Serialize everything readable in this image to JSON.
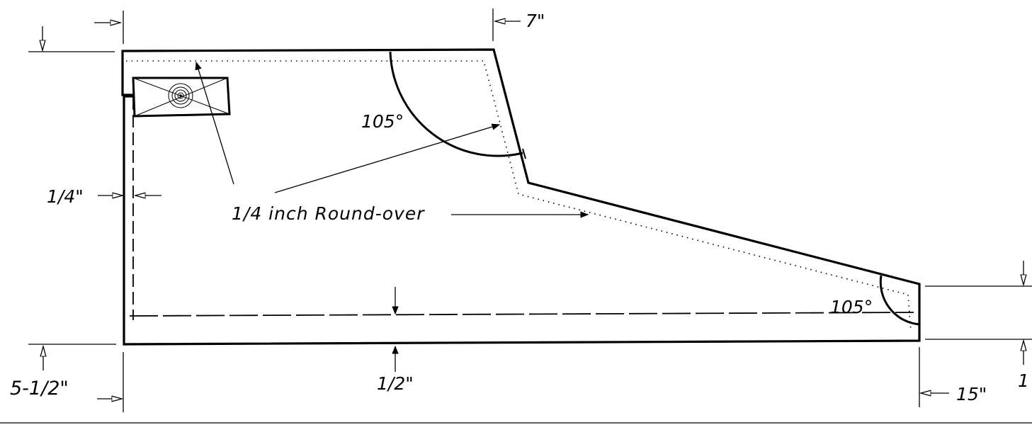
{
  "labels": {
    "dim_top_7": "7\"",
    "angle_top": "105°",
    "dim_quarter_left": "1/4\"",
    "roundover_note": "1/4 inch Round-over",
    "angle_bottom": "105°",
    "dim_height_left": "5-1/2\"",
    "dim_bottom_half": "1/2\"",
    "dim_bottom_15": "15\"",
    "dim_right_1": "1"
  }
}
